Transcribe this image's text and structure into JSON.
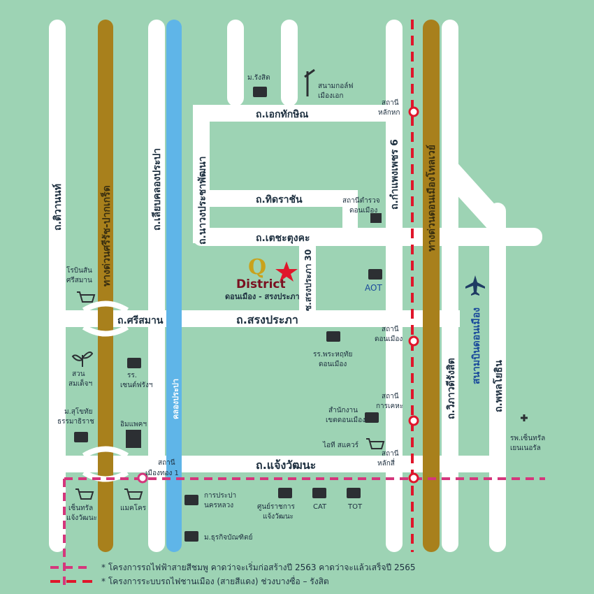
{
  "roads": {
    "ekthakhin": "ถ.เอกทักษิณ",
    "thidarachan": "ถ.ทิดราชัน",
    "techatungkha": "ถ.เตชะตุงคะ",
    "sriaman": "ถ.ศรีสมาน",
    "songprapha": "ถ.สรงประภา",
    "chaengwattana": "ถ.แจ้งวัฒนะ",
    "tiwanon": "ถ.ติวานนท์",
    "liapkhlongprapa": "ถ.เลียบคลองประปา",
    "nawongprachaphatthana": "ถ.นาวงประชาพัฒนา",
    "soi_songprapha30": "ซ.สรงประภา 30",
    "kamphaengphet6": "ถ.กำแพงเพชร 6",
    "viphavadi": "ถ.วิภาวดีรังสิต",
    "phaholyothin": "ถ.พหลโยธิน",
    "tollway": "ทางด่วนดอนเมืองโทลเวย์",
    "expressway": "ทางด่วนศรีรัช-ปากเกร็ด",
    "canal": "คลองประปา"
  },
  "places": {
    "rangsit_univ": "ม.รังสิต",
    "golf": [
      "สนามกอล์ฟ",
      "เมืองเอก"
    ],
    "police": [
      "สถานีตำรวจ",
      "ดอนเมือง"
    ],
    "aot": "AOT",
    "robinson": [
      "โรบินสัน",
      "ศรีสมาน"
    ],
    "park": [
      "สวน",
      "สมเด็จฯ"
    ],
    "school_st": [
      "รร.",
      "เซนต์ฟรังฯ"
    ],
    "stou": [
      "ม.สุโขทัย",
      "ธรรมาธิราช"
    ],
    "impact": "อิมแพคฯ",
    "prasat_school": [
      "รร.พระหฤทัย",
      "ดอนเมือง"
    ],
    "district_office": [
      "สำนักงาน",
      "เขตดอนเมือง"
    ],
    "itsquare": "ไอที สแควร์",
    "hospital": [
      "รพ.เซ็นทรัล",
      "เยนเนอรัล"
    ],
    "central": [
      "เซ็นทรัล",
      "แจ้งวัฒนะ"
    ],
    "makro": "แมคโคร",
    "prapa_nakhon": [
      "การประปา",
      "นครหลวง"
    ],
    "govt_center": [
      "ศูนย์ราชการ",
      "แจ้งวัฒนะ"
    ],
    "cat": "CAT",
    "tot": "TOT",
    "dpu": "ม.ธุรกิจบัณฑิตย์",
    "airport": "สนามบินดอนเมือง"
  },
  "stations": {
    "lak_hok": [
      "สถานี",
      "หลักหก"
    ],
    "don_mueang": [
      "สถานี",
      "ดอนเมือง"
    ],
    "kan_kheha": [
      "สถานี",
      "การเคหะ"
    ],
    "lak_si": [
      "สถานี",
      "หลักสี่"
    ],
    "mueang_thong": [
      "สถานี",
      "เมืองทอง 1"
    ]
  },
  "project": {
    "logo_letter": "Q",
    "name": "District",
    "tagline": "ดอนเมือง - สรงประภา"
  },
  "legend": {
    "pink": "* โครงการรถไฟฟ้าสายสีชมพู คาดว่าจะเริ่มก่อสร้างปี 2563 คาดว่าจะแล้วเสร็จปี 2565",
    "red": "* โครงการระบบรถไฟชานเมือง (สายสีแดง) ช่วงบางซื่อ – รังสิต"
  },
  "colors": {
    "background": "#9dd3b4",
    "road": "#ffffff",
    "expressway": "#a8801c",
    "canal": "#5fb5e8",
    "red_line": "#e0162b",
    "pink_line": "#d5367c",
    "star": "#e0162b"
  }
}
